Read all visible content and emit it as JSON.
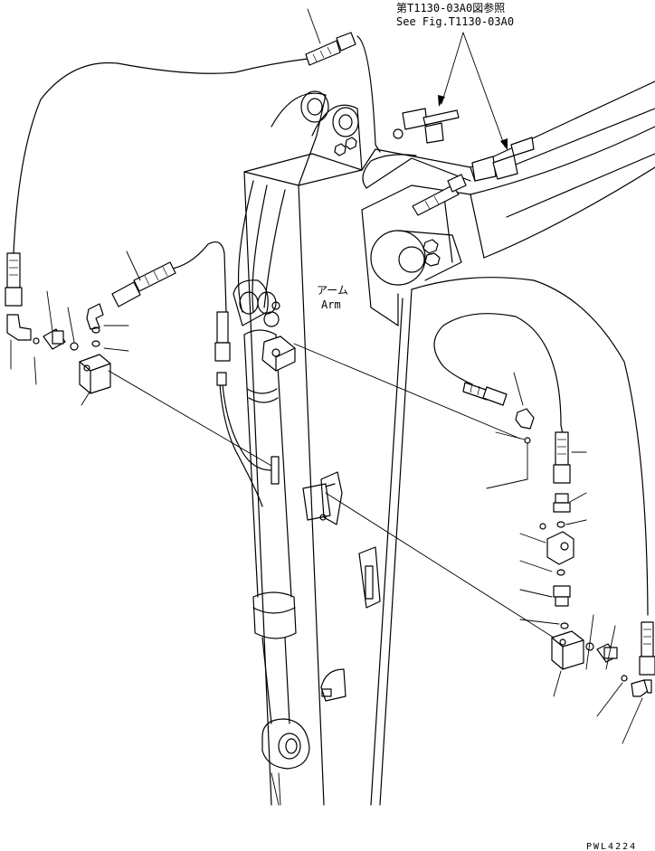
{
  "reference": {
    "jp": "第T1130-03A0図参照",
    "en": "See Fig.T1130-03A0"
  },
  "arm_label": {
    "jp": "アーム",
    "en": "Arm"
  },
  "figure_code": "PWL4224"
}
